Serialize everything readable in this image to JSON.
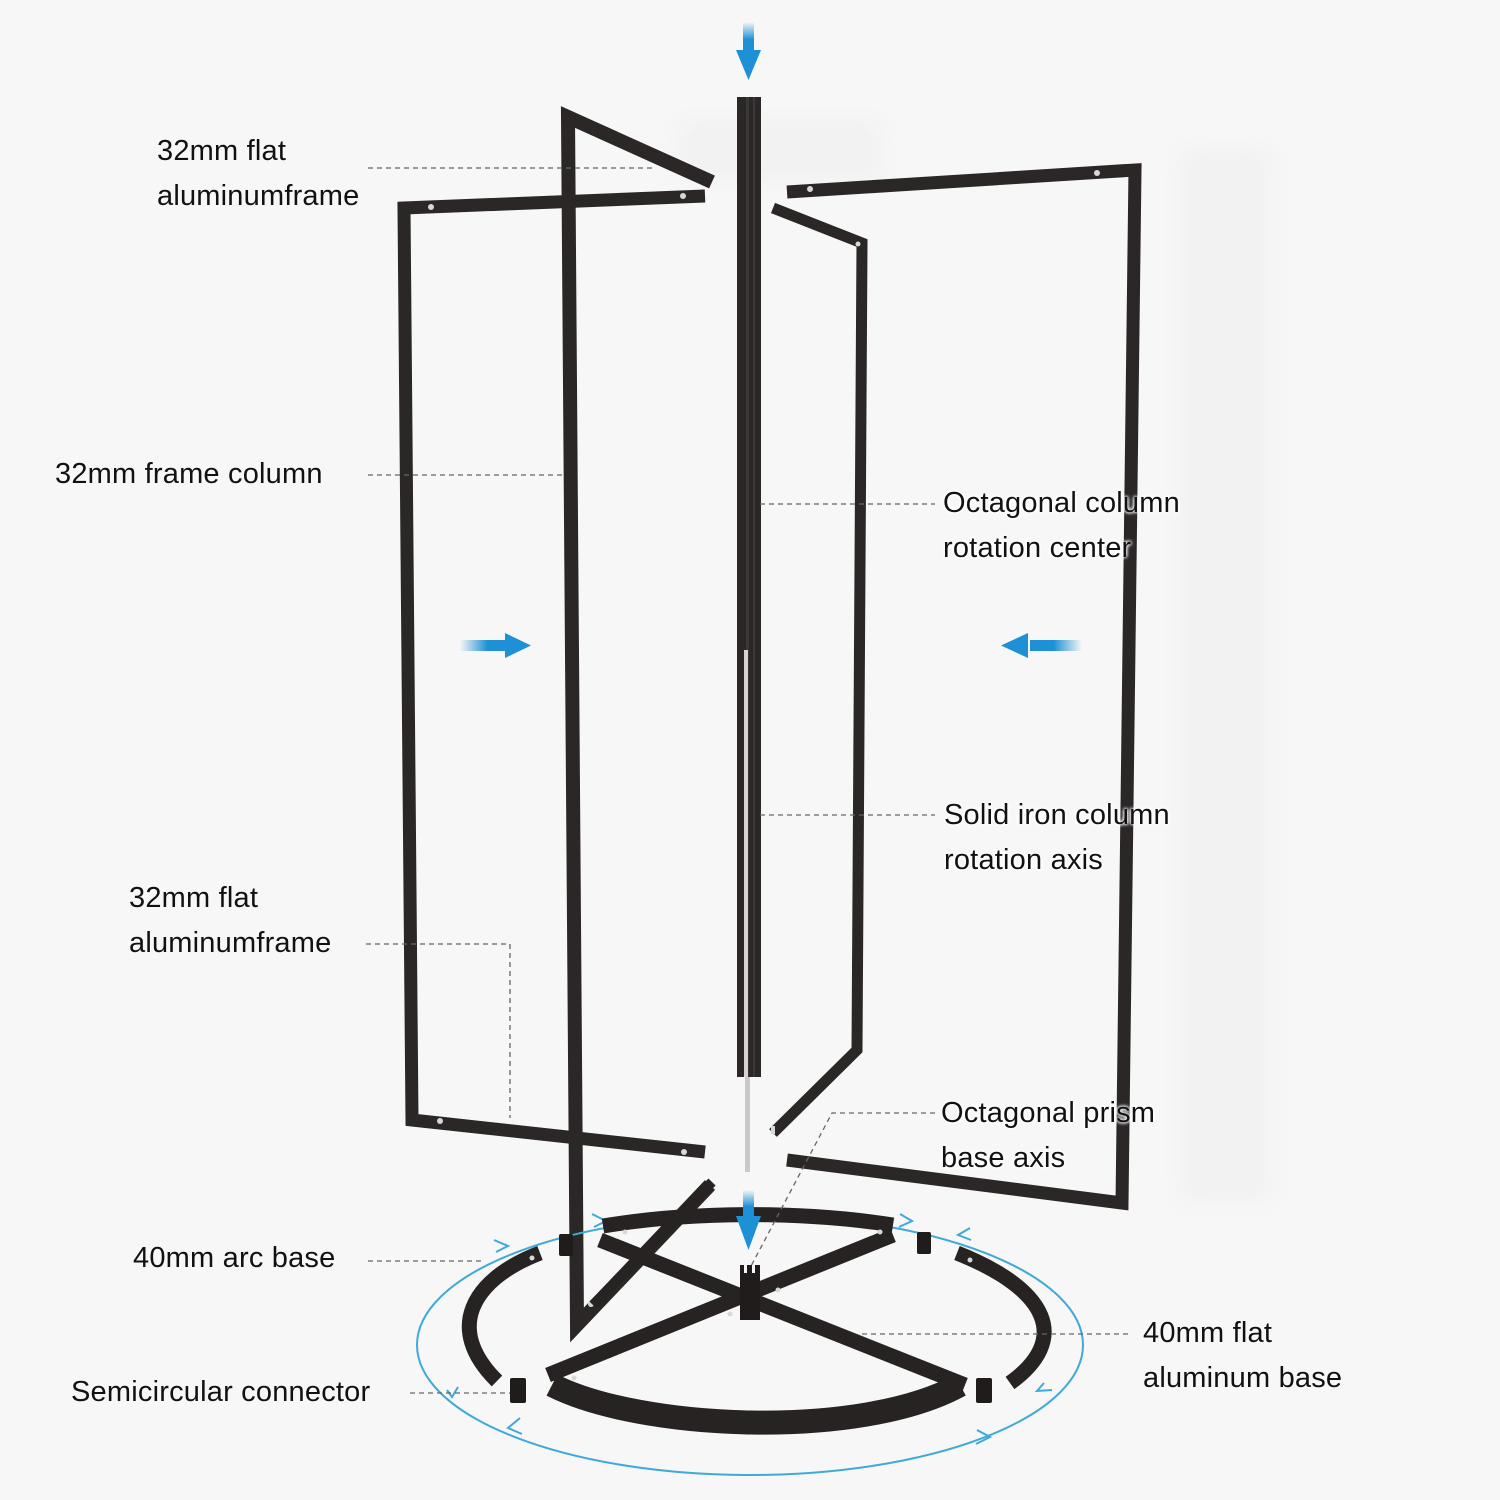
{
  "diagram": {
    "title": "Rotating display rack exploded assembly",
    "accent_color": "#1e90d6",
    "ring_color": "#3fa9d8",
    "frame_color": "#2a2726",
    "leader_line_color": "#666666",
    "labels": {
      "top_left_frame": {
        "line1": "32mm flat",
        "line2": "aluminumframe"
      },
      "frame_column": {
        "line1": "32mm frame column"
      },
      "octagonal_column": {
        "line1": "Octagonal column",
        "line2": "rotation center"
      },
      "iron_axis": {
        "line1": "Solid iron column",
        "line2": "rotation axis"
      },
      "bottom_left_frame": {
        "line1": "32mm flat",
        "line2": "aluminumframe"
      },
      "prism_base_axis": {
        "line1": "Octagonal prism",
        "line2": "base axis"
      },
      "arc_base": {
        "line1": "40mm arc base"
      },
      "semicircular_connector": {
        "line1": "Semicircular connector"
      },
      "flat_base": {
        "line1": "40mm flat",
        "line2": "aluminum base"
      }
    },
    "arrows": [
      {
        "name": "top-down-arrow",
        "direction": "down"
      },
      {
        "name": "left-right-arrow",
        "direction": "right"
      },
      {
        "name": "right-left-arrow",
        "direction": "left"
      },
      {
        "name": "base-down-arrow",
        "direction": "down"
      }
    ]
  }
}
